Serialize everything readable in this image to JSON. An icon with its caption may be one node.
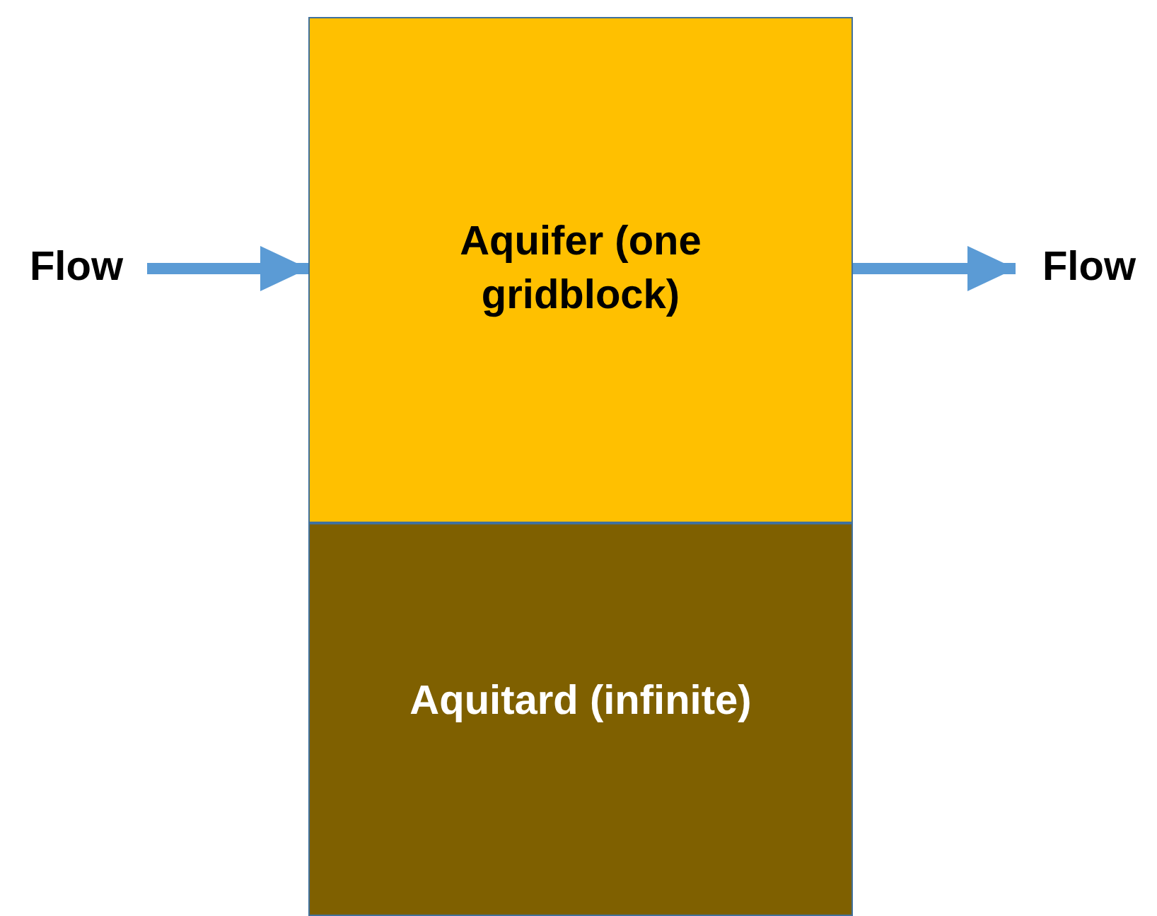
{
  "diagram": {
    "nodes": [
      {
        "text": [
          "Flow"
        ]
      },
      {
        "text": [
          "Aquifer (one gridblock)"
        ]
      },
      {
        "text": [
          "Flow"
        ]
      },
      {
        "text": [
          "Aquitard (infinite)"
        ]
      }
    ],
    "edges": [
      {
        "from": 0,
        "to": 1,
        "arrow": "to"
      },
      {
        "from": 1,
        "to": 2,
        "arrow": "to"
      }
    ]
  }
}
